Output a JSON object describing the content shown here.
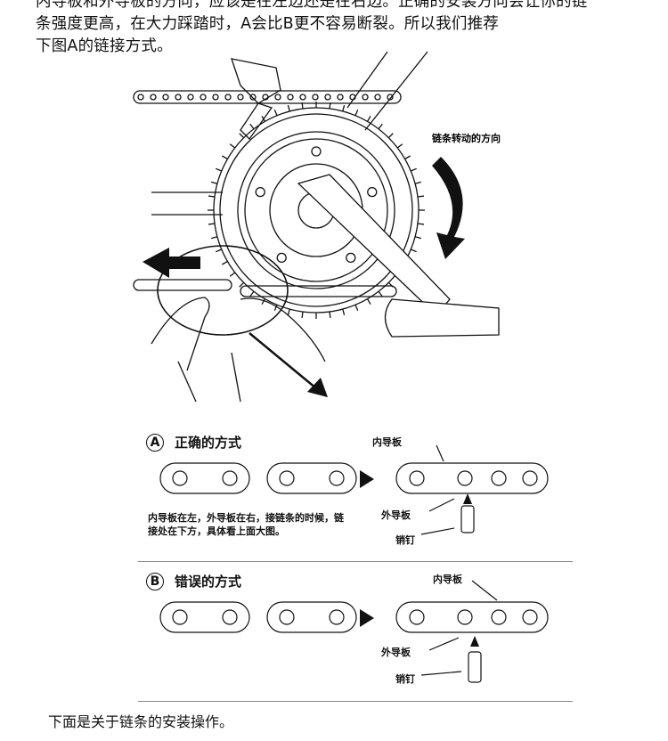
{
  "intro": {
    "line1": "内导板和外导板的方向，应该是在左边还是在右边。正确的安装方向会让你的链",
    "line2": "条强度更高，在大力踩踏时，A会比B更不容易断裂。所以我们推荐",
    "line3": "下图A的链接方式。"
  },
  "figure": {
    "rotation_label": "链条转动的方向"
  },
  "section_a": {
    "letter": "A",
    "title": "正确的方式",
    "note": "内导板在左，外导板在右，接链条的时候，链接处在下方，具体看上面大图。",
    "inner_plate": "内导板",
    "outer_plate": "外导板",
    "pin": "销钉"
  },
  "section_b": {
    "letter": "B",
    "title": "错误的方式",
    "inner_plate": "内导板",
    "outer_plate": "外导板",
    "pin": "销钉"
  },
  "footer": "下面是关于链条的安装操作。"
}
